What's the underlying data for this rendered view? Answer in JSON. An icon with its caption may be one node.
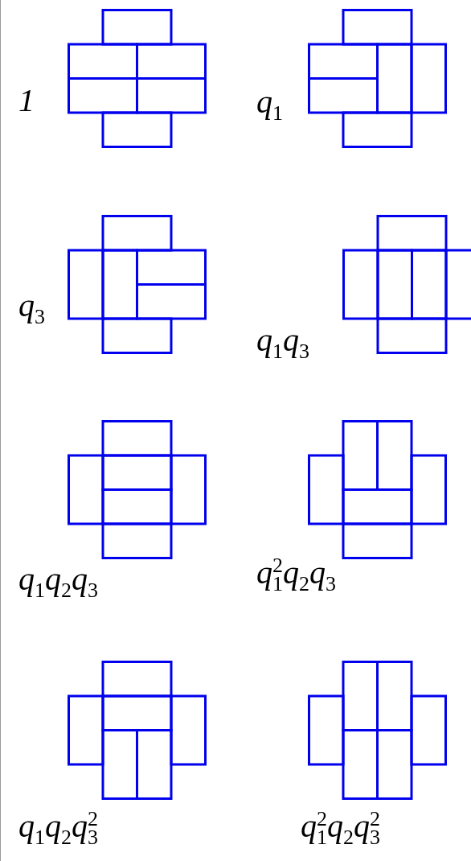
{
  "diagram": {
    "labels": [
      "1",
      "q$_{1}$",
      "q$_{3}$",
      "q$_{1}$q$_{3}$",
      "q$_{1}$q$_{2}$q$_{3}$",
      "q$^{2}$$_{1}$q$_{2}$q$_{3}$",
      "q$_{1}$q$_{2}$q$^{2}$$_{3}$",
      "q$^{2}$$_{1}$q$_{2}$q$^{2}$$_{3}$"
    ]
  }
}
